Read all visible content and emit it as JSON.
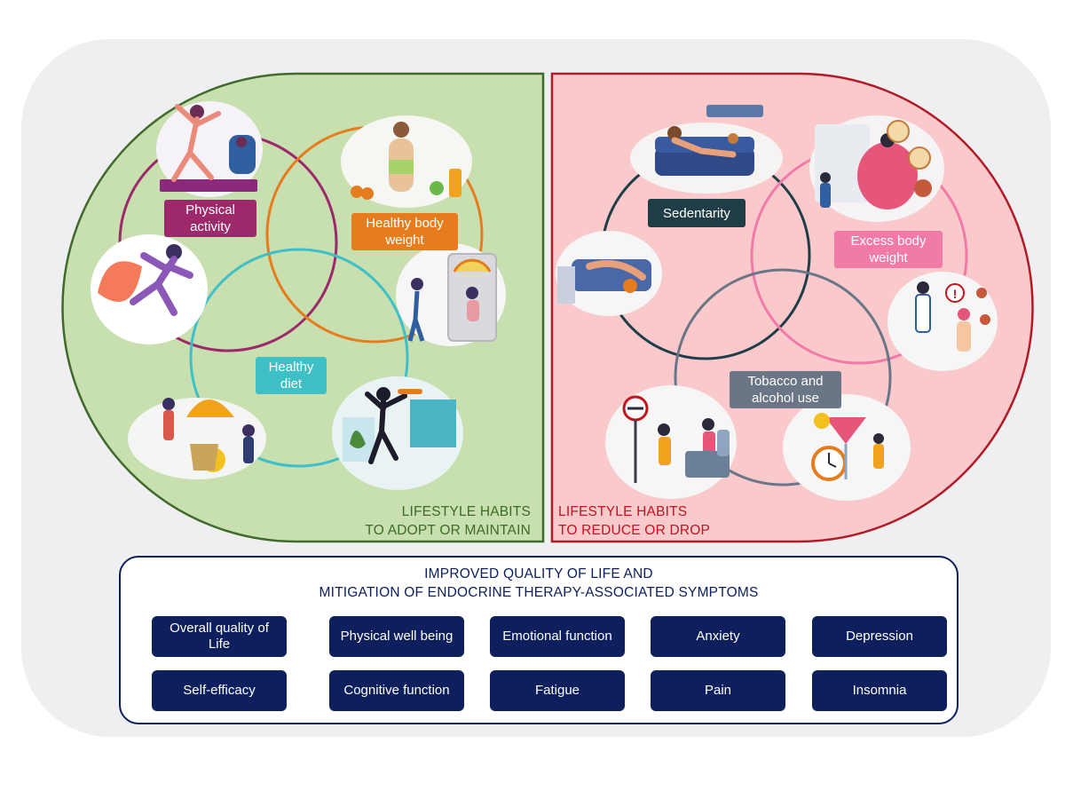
{
  "adopt": {
    "header_line1": "LIFESTYLE HABITS",
    "header_line2": "TO ADOPT OR MAINTAIN",
    "labels": {
      "physical_activity": "Physical activity",
      "healthy_body_weight": "Healthy body weight",
      "healthy_diet": "Healthy diet"
    }
  },
  "reduce": {
    "header_line1": "LIFESTYLE HABITS",
    "header_line2": "TO REDUCE OR DROP",
    "labels": {
      "sedentarity": "Sedentarity",
      "excess_body_weight": "Excess body weight",
      "tobacco_alcohol": "Tobacco and alcohol use"
    }
  },
  "outcomes": {
    "title_line1": "IMPROVED QUALITY OF LIFE AND",
    "title_line2": "MITIGATION OF ENDOCRINE THERAPY-ASSOCIATED SYMPTOMS",
    "items": [
      "Overall quality of Life",
      "Physical well being",
      "Emotional function",
      "Anxiety",
      "Depression",
      "Self-efficacy",
      "Cognitive function",
      "Fatigue",
      "Pain",
      "Insomnia"
    ]
  },
  "colors": {
    "adopt_fill": "#c8e0b0",
    "adopt_stroke": "#3f6a2a",
    "adopt_text": "#3d6b25",
    "reduce_fill": "#f9c9cc",
    "reduce_stroke": "#b01b28",
    "reduce_text": "#c0141e",
    "physical_activity": "#9c2a6b",
    "healthy_body_weight": "#e57d1e",
    "healthy_diet": "#3fbfc6",
    "sedentarity": "#1f3d46",
    "excess_body_weight": "#f07aa8",
    "tobacco_alcohol": "#6a7585",
    "navy": "#0d1f5c"
  }
}
